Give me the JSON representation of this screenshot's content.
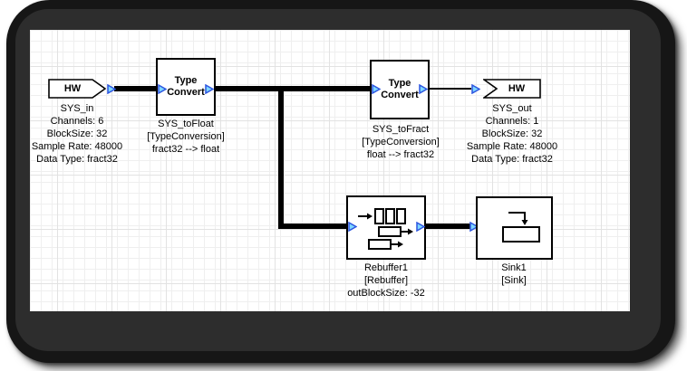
{
  "colors": {
    "frame": "#161616",
    "frame_inner": "#2d2d2d",
    "canvas_bg": "#ffffff",
    "grid_minor": "#efefef",
    "grid_major": "#e2e2e2",
    "wire": "#000000",
    "pin_fill": "#7fd7ff",
    "pin_stroke": "#2c55e0",
    "block_border": "#000000",
    "text": "#000000"
  },
  "blocks": {
    "sys_in": {
      "title": "HW",
      "name": "SYS_in",
      "props": [
        "Channels: 6",
        "BlockSize: 32",
        "Sample Rate: 48000",
        "Data Type: fract32"
      ]
    },
    "sys_to_float": {
      "title": "Type Convert",
      "name": "SYS_toFloat",
      "class_label": "[TypeConversion]",
      "detail": "fract32 --> float"
    },
    "sys_to_fract": {
      "title": "Type Convert",
      "name": "SYS_toFract",
      "class_label": "[TypeConversion]",
      "detail": "float --> fract32"
    },
    "sys_out": {
      "title": "HW",
      "name": "SYS_out",
      "props": [
        "Channels: 1",
        "BlockSize: 32",
        "Sample Rate: 48000",
        "Data Type: fract32"
      ]
    },
    "rebuffer1": {
      "name": "Rebuffer1",
      "class_label": "[Rebuffer]",
      "detail": "outBlockSize: -32"
    },
    "sink1": {
      "name": "Sink1",
      "class_label": "[Sink]"
    }
  }
}
